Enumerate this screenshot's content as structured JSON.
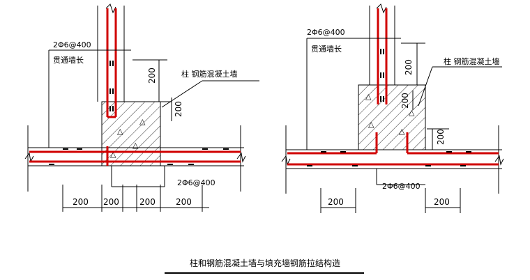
{
  "caption": "柱和钢筋混凝土墙与填充墙钢筋拉结构造",
  "left": {
    "rebar_note_top": "2Φ6@400",
    "through_wall": "贯通墙长",
    "column_label": "柱  钢筋混凝土墙",
    "dim_v1": "200",
    "dim_v2": "200",
    "rebar_note_bottom": "2Φ6@400",
    "dim_h1": "200",
    "dim_h2": "200",
    "dim_h3": "200",
    "dim_h4": "200"
  },
  "right": {
    "rebar_note_top": "2Φ6@400",
    "through_wall": "贯通墙长",
    "column_label": "柱 钢筋混凝土墙",
    "dim_v1": "200",
    "dim_v2": "200",
    "dim_v3": "200",
    "rebar_note_bottom": "2Φ6@400",
    "dim_h1": "200",
    "dim_h2": "200"
  },
  "colors": {
    "rebar": "#d00000",
    "line": "#000000"
  }
}
